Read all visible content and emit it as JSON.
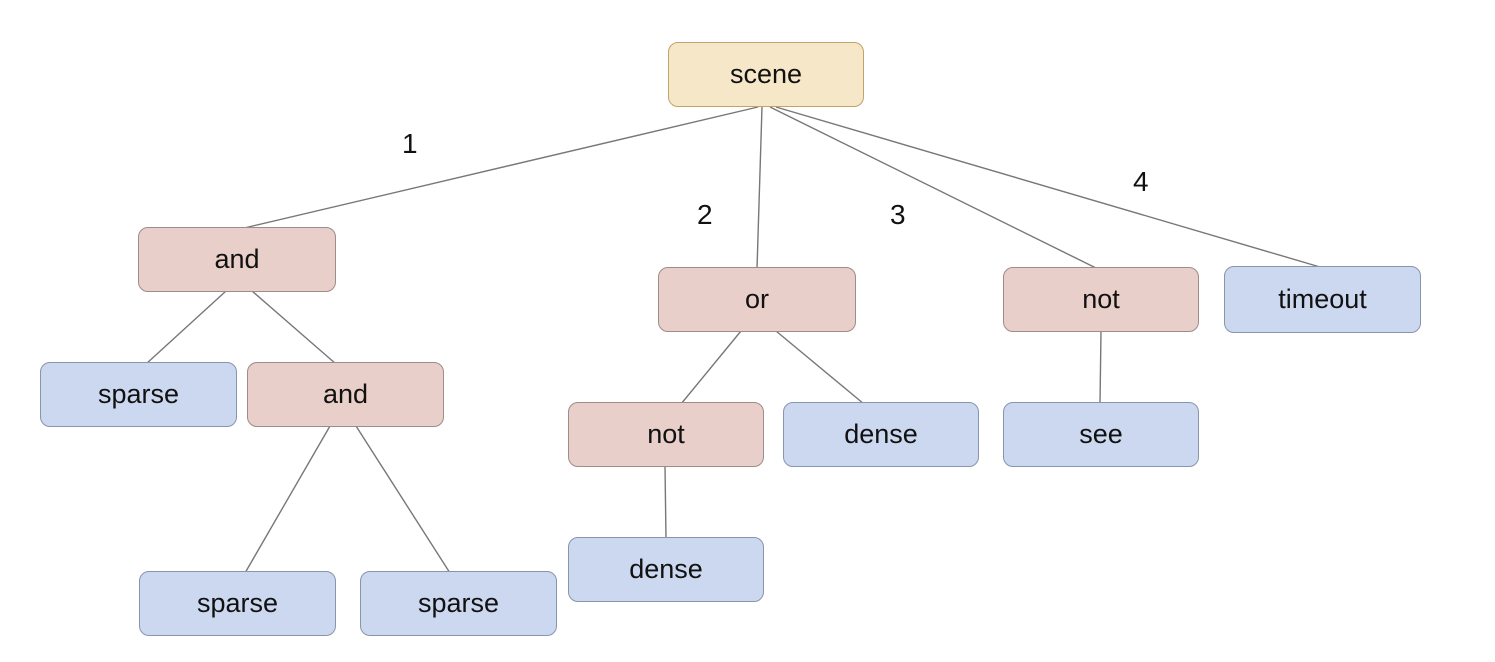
{
  "colors": {
    "background": "#ffffff",
    "root_fill": "#f6e7c8",
    "root_border": "#c2a368",
    "operator_fill": "#e9cfc9",
    "operator_border": "#9d8c89",
    "leaf_fill": "#ccd8ef",
    "leaf_border": "#8795ad",
    "edge": "#777777",
    "text": "#111111"
  },
  "tree": {
    "label": "scene",
    "children": [
      {
        "edge": "1",
        "label": "and",
        "children": [
          {
            "label": "sparse"
          },
          {
            "label": "and",
            "children": [
              {
                "label": "sparse"
              },
              {
                "label": "sparse"
              }
            ]
          }
        ]
      },
      {
        "edge": "2",
        "label": "or",
        "children": [
          {
            "label": "not",
            "children": [
              {
                "label": "dense"
              }
            ]
          },
          {
            "label": "dense"
          }
        ]
      },
      {
        "edge": "3",
        "label": "not",
        "children": [
          {
            "label": "see"
          }
        ]
      },
      {
        "edge": "4",
        "label": "timeout"
      }
    ]
  }
}
